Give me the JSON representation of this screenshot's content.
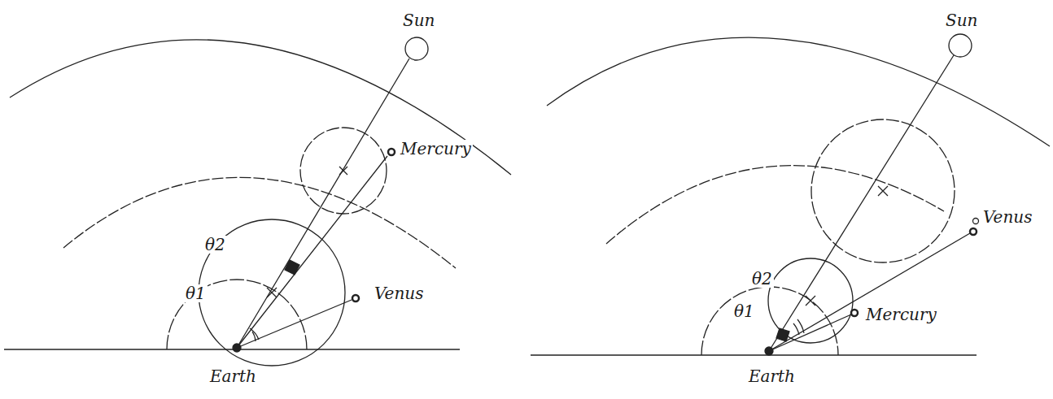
{
  "diagram": {
    "labels": [
      "Sun",
      "Mercury",
      "θ2",
      "Venus",
      "θ1",
      "Earth",
      "Sun",
      "Venus",
      "θ2",
      "Mercury",
      "θ1",
      "Earth"
    ]
  }
}
